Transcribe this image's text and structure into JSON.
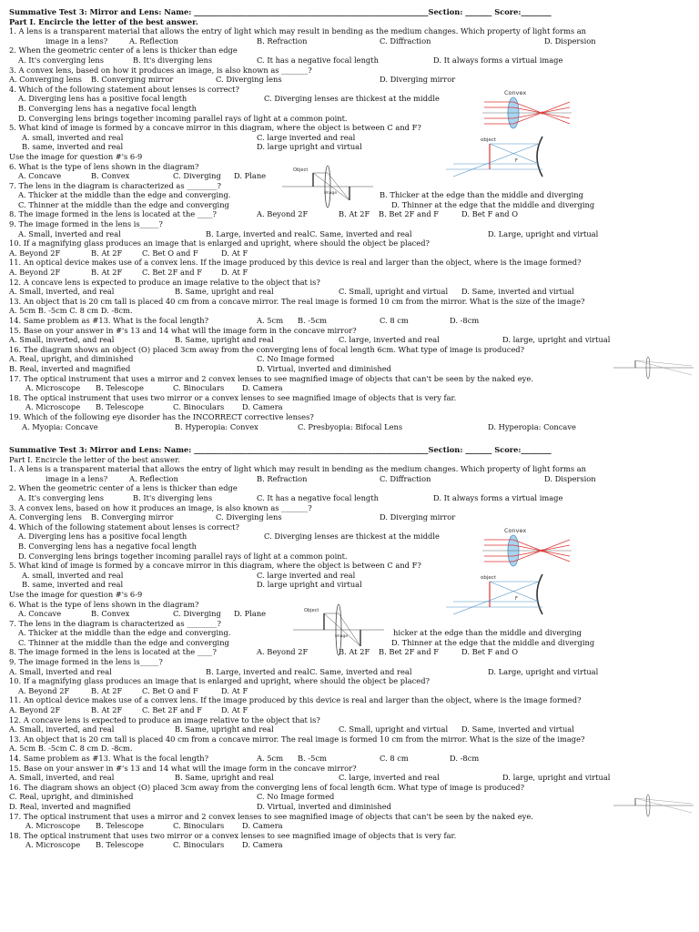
{
  "test": {
    "header": "Summative Test 3: Mirror and Lens:  Name: ______________________________________________________________Section: _______ Score:________",
    "part1": "Part I. Encircle the letter of the best answer.",
    "q1": "1. A lens is a transparent material that allows the entry of light which may result in bending as the medium changes. Which property of light forms an",
    "q1b": "image in a lens?",
    "q1a": "A. Reflection",
    "q1bb": "B. Refraction",
    "q1c": "C. Diffraction",
    "q1d": "D. Dispersion",
    "q2": "2. When the geometric center of a lens is thicker than edge",
    "q2a": "A. It's converging lens",
    "q2b": "B. It's diverging lens",
    "q2c": "C. It has a negative focal length",
    "q2d": "D. It always forms a virtual image",
    "q3": "3. A convex lens, based on how it produces an image, is also known as _______?",
    "q3a": "A. Converging lens",
    "q3b": "B. Converging mirror",
    "q3c": "C. Diverging lens",
    "q3d": "D. Diverging mirror",
    "q4": "4. Which of the following statement about lenses is correct?",
    "q4a": "A. Diverging lens has a positive focal length",
    "q4c": "C. Diverging lenses are thickest at the middle",
    "q4b": "B. Converging lens has a negative focal length",
    "q4d": "D. Converging lens brings together incoming parallel rays of light at a common point.",
    "q5": "5. What kind of image is formed by a concave mirror in this diagram, where the object is between C and F?",
    "q5a": "A. small, inverted and real",
    "q5c": "C. large inverted and real",
    "q5b": "B. same, inverted and real",
    "q5d": "D. large upright and virtual",
    "use": "Use the image for question #'s 6-9",
    "q6": "6. What is the type of lens shown in the diagram?",
    "q6a": "A. Concave",
    "q6b": "B. Convex",
    "q6c": "C. Diverging",
    "q6d": "D. Plane",
    "q7": "7. The lens in the diagram is characterized as ________?",
    "q7a": "A. Thicker at the middle than the edge and converging.",
    "q7b": "B. Thicker at the edge than the middle and diverging",
    "q7b2": "hicker at the edge than the middle and diverging",
    "q7c": "C. Thinner at the middle than the edge and converging",
    "q7d": "D. Thinner at the edge that the middle and diverging",
    "q8": "8. The image formed in the lens is located at the ____?",
    "q8a": "A. Beyond 2F",
    "q8b": "B.  At 2F",
    "q8c": "B. Bet 2F and F",
    "q8d": "D. Bet F and O",
    "q9": "9. The image formed in the lens is_____?",
    "q9a": "A. Small, inverted and real",
    "q9b": "B. Large, inverted and real",
    "q9c": "C. Same, inverted and real",
    "q9d": "D. Large, upright and virtual",
    "q10": "10. If a magnifying glass produces an image that is enlarged and upright, where should the object be placed?",
    "q10a": "A. Beyond 2F",
    "q10b": "B. At 2F",
    "q10c": "C. Bet O and F",
    "q10d": "D. At F",
    "q11": "11. An optical device makes use of a convex lens. If the image produced by this device is real and larger than the object, where is the image formed?",
    "q11a": "A. Beyond 2F",
    "q11b": "B. At 2F",
    "q11c": "C. Bet 2F and F",
    "q11d": "D. At F",
    "q12": "12. A concave lens is expected to produce an image relative to the object that is?",
    "q12a": "A. Small, inverted, and real",
    "q12b": "B. Same, upright and real",
    "q12c": "C. Small, upright and virtual",
    "q12d": "D. Same, inverted and virtual",
    "q13": "13. An object that is 20 cm tall is placed 40 cm from a concave mirror. The real image is formed 10 cm from the mirror. What is the size of the image?",
    "q13o": "A. 5cm    B. -5cm    C. 8 cm    D. -8cm.",
    "q14": "14. Same problem as #13. What is the focal length?",
    "q14a": "A. 5cm",
    "q14b": "B. -5cm",
    "q14c": "C. 8 cm",
    "q14d": "D. -8cm",
    "q15": "15. Base on your answer in #'s 13 and 14 what will the image form in the concave mirror?",
    "q15a": "A. Small, inverted, and real",
    "q15b": "B. Same, upright and real",
    "q15c": "C. large, inverted and real",
    "q15d": "D. large, upright and virtual",
    "q16": "16. The diagram shows an object (O) placed 3cm away from the converging lens of focal length 6cm. What type of image is produced?",
    "q16a": "A.     Real, upright, and diminished",
    "q16c": "C. No Image formed",
    "q16b": "B.     Real, inverted and magnified",
    "q16d": "D. Virtual, inverted and diminished",
    "q16a2": "C.     Real, upright, and diminished",
    "q16b2": "D.     Real, inverted and magnified",
    "q17": "17. The optical instrument that uses a mirror and 2 convex lenses to see magnified image of objects that can't be seen by the naked eye.",
    "q17a": "A. Microscope",
    "q17b": "B. Telescope",
    "q17c": "C. Binoculars",
    "q17d": "D. Camera",
    "q18": "18. The optical instrument that uses two mirror or a convex lenses to see magnified image of objects that is very far.",
    "q19": "19.  Which of the following eye disorder has the INCORRECT corrective lenses?",
    "q19a": "A. Myopia: Concave",
    "q19b": "B. Hyperopia: Convex",
    "q19c": "C. Presbyopia: Bifocal Lens",
    "q19d": "D. Hyperopia: Concave"
  },
  "figures": {
    "convex_label": "Convex",
    "object_label": "object",
    "f_label": "F",
    "lens_object": "Object",
    "lens_image": "Image"
  }
}
